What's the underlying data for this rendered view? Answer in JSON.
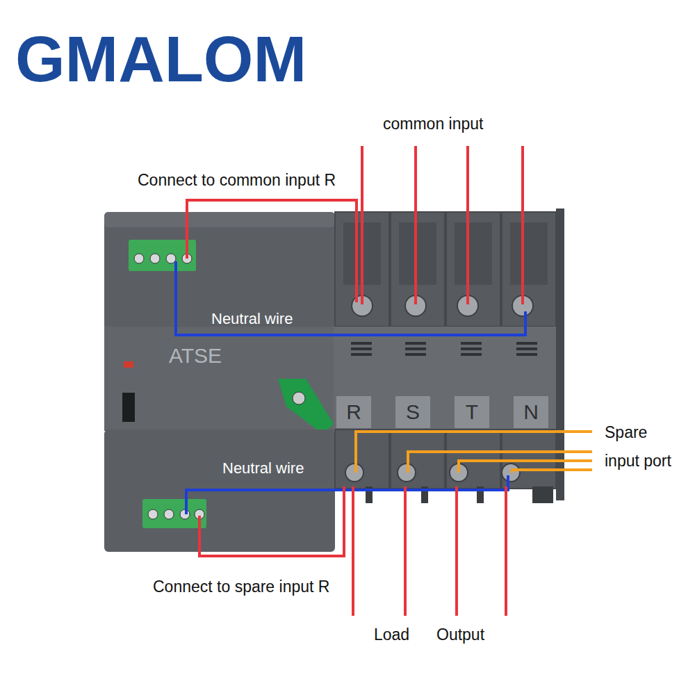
{
  "diagram": {
    "title": "GMALOM",
    "labels": [
      "common input",
      "Connect to common input R",
      "Neutral wire",
      "ATSE",
      "R",
      "S",
      "T",
      "N",
      "Neutral wire",
      "Spare input port",
      "Connect to spare input R",
      "Load",
      "Output"
    ]
  }
}
